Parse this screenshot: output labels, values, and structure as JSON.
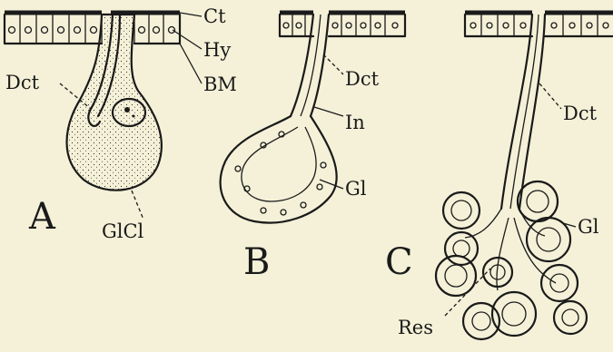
{
  "panels": [
    {
      "id": "A",
      "label": "A"
    },
    {
      "id": "B",
      "label": "B"
    },
    {
      "id": "C",
      "label": "C"
    }
  ],
  "labels": {
    "ct": "Ct",
    "hy": "Hy",
    "bm": "BM",
    "dct_a": "Dct",
    "glcl": "GlCl",
    "dct_b": "Dct",
    "in": "In",
    "gl_b": "Gl",
    "dct_c": "Dct",
    "gl_c": "Gl",
    "res": "Res"
  }
}
